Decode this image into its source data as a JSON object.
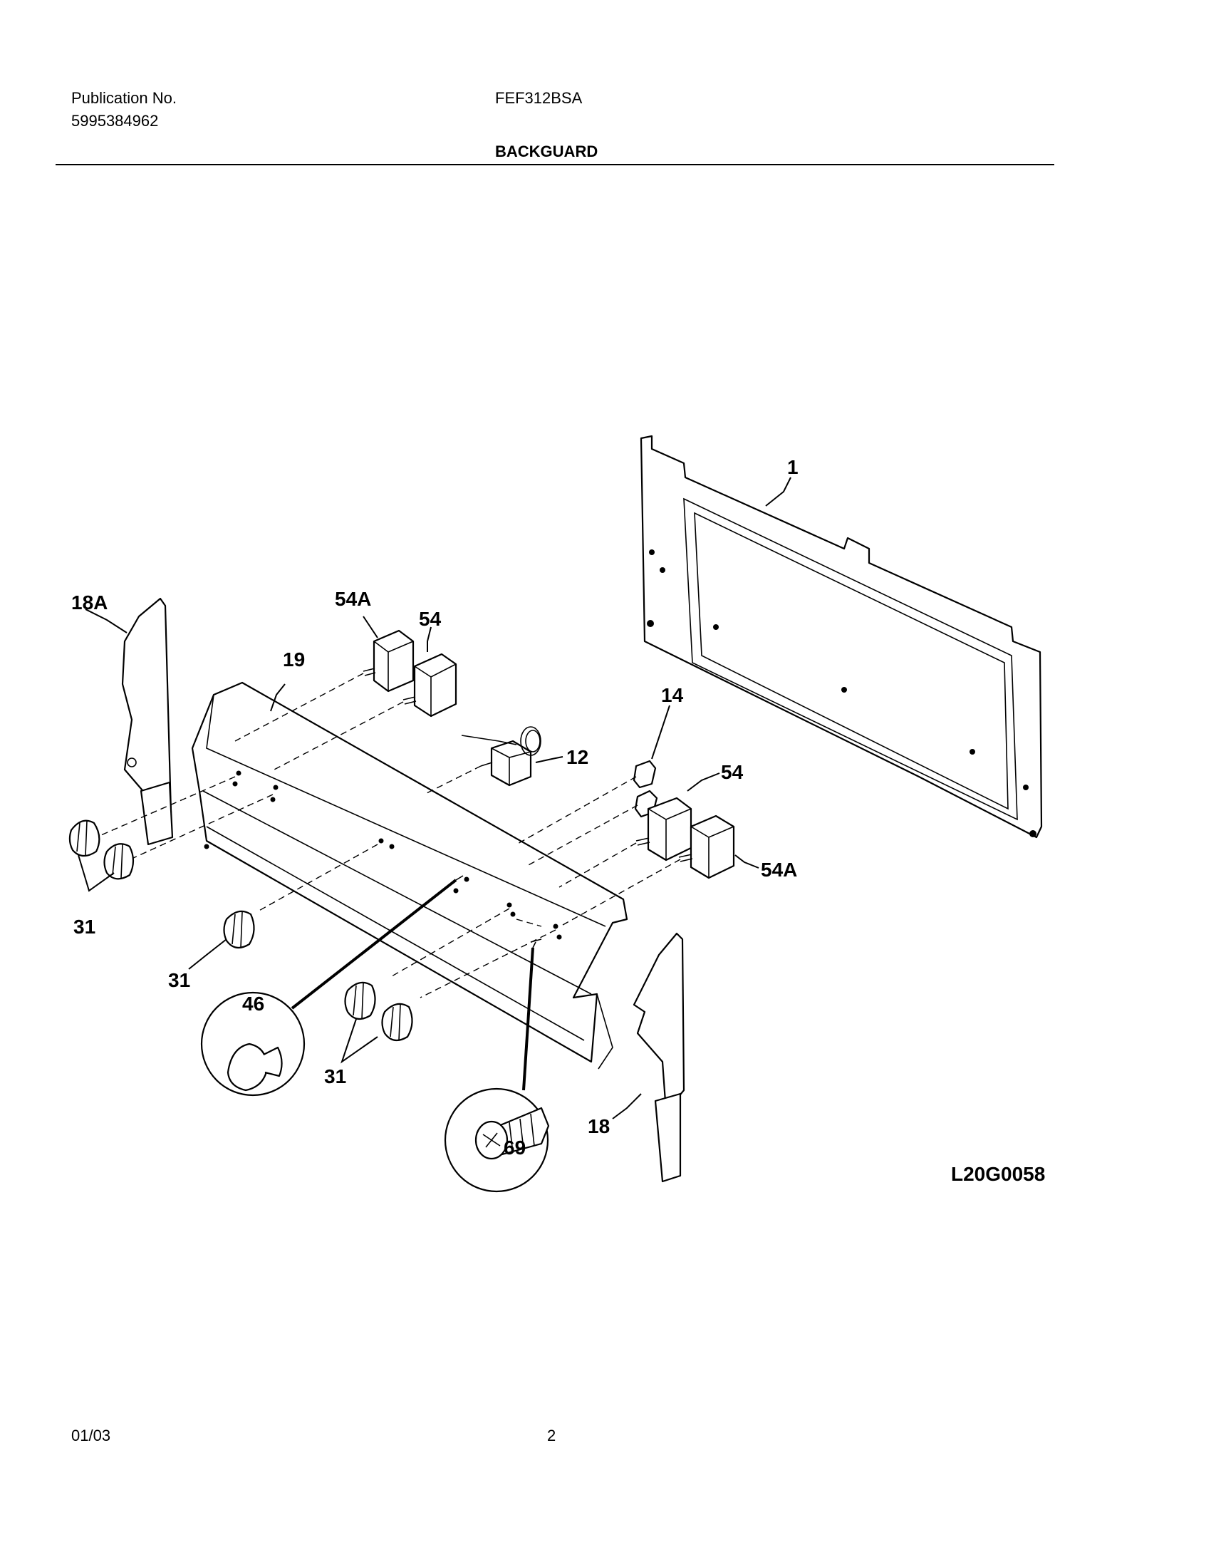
{
  "header": {
    "publication_label": "Publication No.",
    "publication_number": "5995384962",
    "model": "FEF312BSA",
    "section_title": "BACKGUARD"
  },
  "diagram": {
    "callouts": {
      "p1": "1",
      "p18A": "18A",
      "p54A_top": "54A",
      "p54_top": "54",
      "p19": "19",
      "p14": "14",
      "p12": "12",
      "p54_right": "54",
      "p54A_right": "54A",
      "p31_left": "31",
      "p31_mid": "31",
      "p31_bottom": "31",
      "p46": "46",
      "p69": "69",
      "p18": "18"
    },
    "drawing_code": "L20G0058"
  },
  "footer": {
    "date": "01/03",
    "page": "2"
  }
}
